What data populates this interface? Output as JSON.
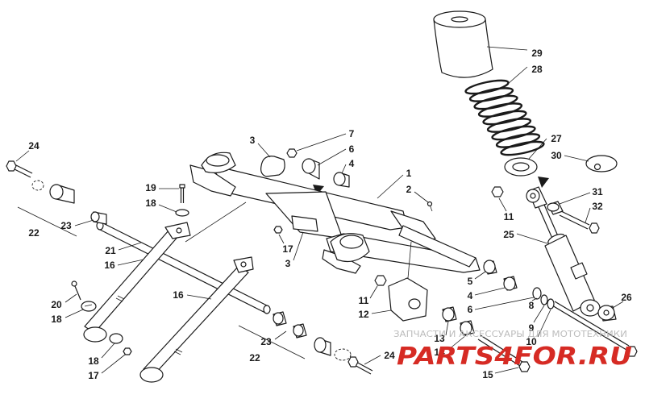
{
  "colors": {
    "ink": "#1a1a1a",
    "background": "#ffffff",
    "watermark_gray": "#bdbdbd",
    "watermark_red": "#d62b24"
  },
  "icons": {
    "position_marker": "down-arrow-icon"
  },
  "callouts": [
    {
      "label": "29"
    },
    {
      "label": "28"
    },
    {
      "label": "27"
    },
    {
      "label": "30"
    },
    {
      "label": "7"
    },
    {
      "label": "6"
    },
    {
      "label": "4"
    },
    {
      "label": "3"
    },
    {
      "label": "1"
    },
    {
      "label": "2"
    },
    {
      "label": "24"
    },
    {
      "label": "19"
    },
    {
      "label": "18"
    },
    {
      "label": "23"
    },
    {
      "label": "22"
    },
    {
      "label": "21"
    },
    {
      "label": "16"
    },
    {
      "label": "17"
    },
    {
      "label": "3"
    },
    {
      "label": "31"
    },
    {
      "label": "32"
    },
    {
      "label": "11"
    },
    {
      "label": "25"
    },
    {
      "label": "5"
    },
    {
      "label": "4"
    },
    {
      "label": "6"
    },
    {
      "label": "8"
    },
    {
      "label": "9"
    },
    {
      "label": "10"
    },
    {
      "label": "11"
    },
    {
      "label": "12"
    },
    {
      "label": "16"
    },
    {
      "label": "20"
    },
    {
      "label": "18"
    },
    {
      "label": "26"
    },
    {
      "label": "23"
    },
    {
      "label": "22"
    },
    {
      "label": "13"
    },
    {
      "label": "14"
    },
    {
      "label": "24"
    },
    {
      "label": "18"
    },
    {
      "label": "17"
    },
    {
      "label": "15"
    }
  ],
  "watermark": {
    "line1": "ЗАПЧАСТИ И АКСЕССУАРЫ ДЛЯ МОТОТЕХНИКИ",
    "logo": "PARTS4FOR.RU"
  }
}
